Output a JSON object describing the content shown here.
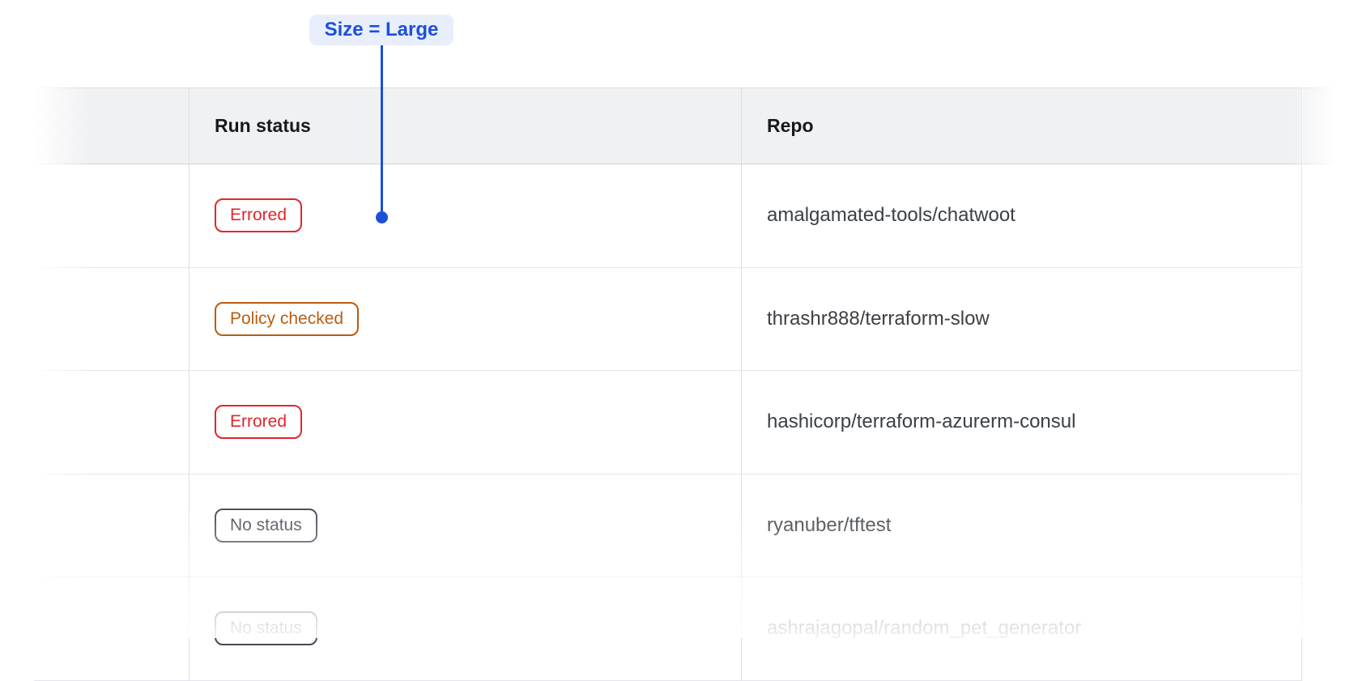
{
  "annotation": {
    "label": "Size = Large",
    "accent_color": "#1d50d9",
    "bg_color": "#e8eefc"
  },
  "table": {
    "columns": [
      {
        "label": ""
      },
      {
        "label": "Run status"
      },
      {
        "label": "Repo"
      }
    ],
    "rows": [
      {
        "status": "Errored",
        "status_type": "errored",
        "repo": "amalgamated-tools/chatwoot"
      },
      {
        "status": "Policy checked",
        "status_type": "policy-checked",
        "repo": "thrashr888/terraform-slow"
      },
      {
        "status": "Errored",
        "status_type": "errored",
        "repo": "hashicorp/terraform-azurerm-consul"
      },
      {
        "status": "No status",
        "status_type": "no-status",
        "repo": "ryanuber/tftest"
      },
      {
        "status": "No status",
        "status_type": "no-status",
        "repo": "ashrajagopal/random_pet_generator"
      }
    ],
    "status_colors": {
      "errored": "#e1262d",
      "policy-checked": "#bb5c10",
      "no-status": "#434a54"
    }
  }
}
